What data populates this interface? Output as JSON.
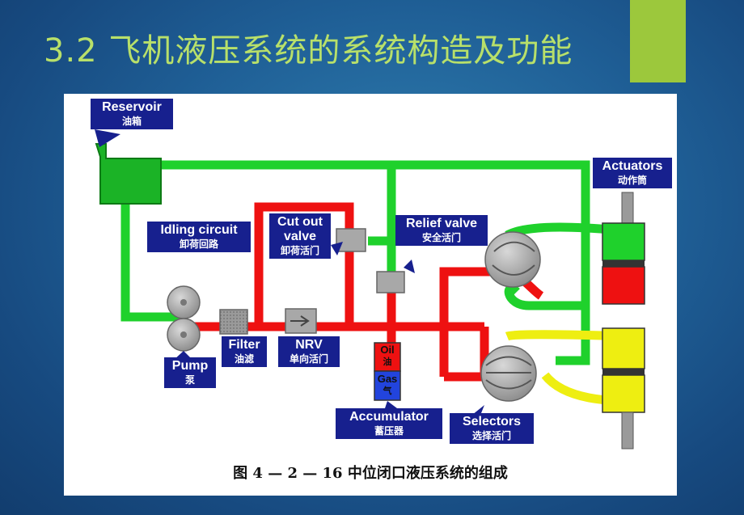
{
  "slide": {
    "title": "3.2 飞机液压系统的系统构造及功能"
  },
  "figure": {
    "caption": "图 4 — 2 — 16   中位闭口液压系统的组成",
    "labels": {
      "reservoir": {
        "en": "Reservoir",
        "zh": "油箱"
      },
      "actuators": {
        "en": "Actuators",
        "zh": "动作筒"
      },
      "idling_circuit": {
        "en": "Idling circuit",
        "zh": "卸荷回路"
      },
      "cut_out_valve": {
        "en": "Cut out valve",
        "zh": "卸荷活门"
      },
      "relief_valve": {
        "en": "Relief valve",
        "zh": "安全活门"
      },
      "pump": {
        "en": "Pump",
        "zh": "泵"
      },
      "filter": {
        "en": "Filter",
        "zh": "油滤"
      },
      "nrv": {
        "en": "NRV",
        "zh": "单向活门"
      },
      "accumulator": {
        "en": "Accumulator",
        "zh": "蓄压器"
      },
      "selectors": {
        "en": "Selectors",
        "zh": "选择活门"
      },
      "oil": {
        "en": "Oil",
        "zh": "油"
      },
      "gas": {
        "en": "Gas",
        "zh": "气"
      }
    }
  },
  "colors": {
    "return_line": "#1fd12c",
    "pressure_line": "#ee1111",
    "yellow_line": "#eeee11",
    "label_bg": "#17208e",
    "title": "#b8e06a",
    "accent": "#9cc83c"
  }
}
